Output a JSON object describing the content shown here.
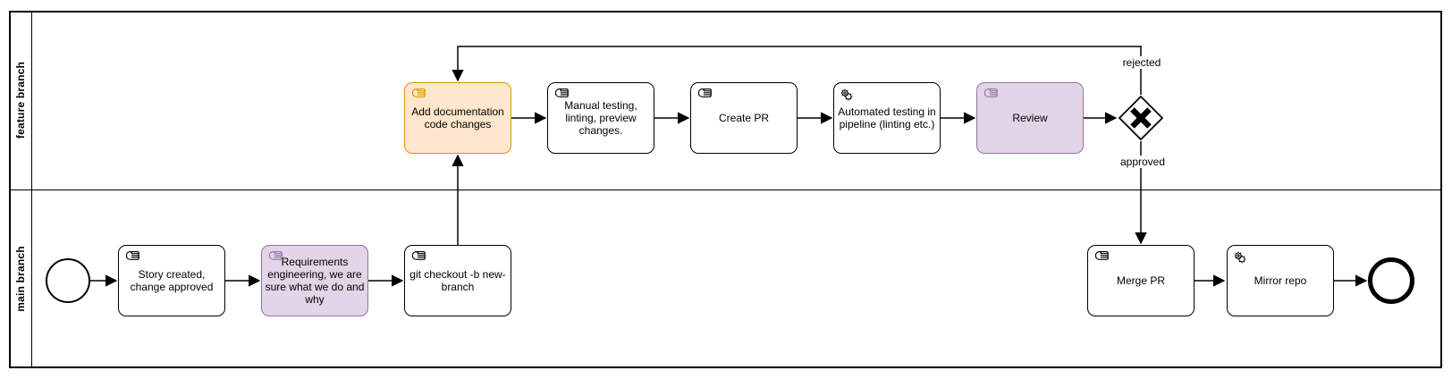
{
  "lanes": {
    "feature": "feature branch",
    "main": "main branch"
  },
  "tasks": {
    "add_docs": {
      "label": "Add documentation code changes",
      "icon": "hand",
      "color": "orange"
    },
    "manual_testing": {
      "label": "Manual testing, linting, preview changes.",
      "icon": "hand",
      "color": "white"
    },
    "create_pr": {
      "label": "Create PR",
      "icon": "hand",
      "color": "white"
    },
    "automated_testing": {
      "label": "Automated testing in pipeline (linting etc.)",
      "icon": "gears",
      "color": "white"
    },
    "review": {
      "label": "Review",
      "icon": "hand",
      "color": "purple"
    },
    "story_created": {
      "label": "Story created, change approved",
      "icon": "hand",
      "color": "white"
    },
    "requirements": {
      "label": "Requirements engineering, we are sure what we do and why",
      "icon": "hand",
      "color": "purple"
    },
    "git_checkout": {
      "label": "git checkout -b new-branch",
      "icon": "hand",
      "color": "white"
    },
    "merge_pr": {
      "label": "Merge PR",
      "icon": "hand",
      "color": "white"
    },
    "mirror_repo": {
      "label": "Mirror repo",
      "icon": "gears",
      "color": "white"
    }
  },
  "edge_labels": {
    "rejected": "rejected",
    "approved": "approved"
  },
  "flows": [
    {
      "from": "start-event",
      "to": "story_created",
      "label": ""
    },
    {
      "from": "story_created",
      "to": "requirements",
      "label": ""
    },
    {
      "from": "requirements",
      "to": "git_checkout",
      "label": ""
    },
    {
      "from": "git_checkout",
      "to": "add_docs",
      "label": ""
    },
    {
      "from": "add_docs",
      "to": "manual_testing",
      "label": ""
    },
    {
      "from": "manual_testing",
      "to": "create_pr",
      "label": ""
    },
    {
      "from": "create_pr",
      "to": "automated_testing",
      "label": ""
    },
    {
      "from": "automated_testing",
      "to": "review",
      "label": ""
    },
    {
      "from": "review",
      "to": "exclusive-gateway",
      "label": ""
    },
    {
      "from": "exclusive-gateway",
      "to": "add_docs",
      "label": "rejected"
    },
    {
      "from": "exclusive-gateway",
      "to": "merge_pr",
      "label": "approved"
    },
    {
      "from": "merge_pr",
      "to": "mirror_repo",
      "label": ""
    },
    {
      "from": "mirror_repo",
      "to": "end-event",
      "label": ""
    }
  ],
  "colors": {
    "orange_fill": "#FFE6CC",
    "orange_stroke": "#D79B00",
    "purple_fill": "#E1D5E7",
    "purple_stroke": "#9673A6",
    "shape_stroke": "#000000",
    "background": "#FFFFFF"
  }
}
